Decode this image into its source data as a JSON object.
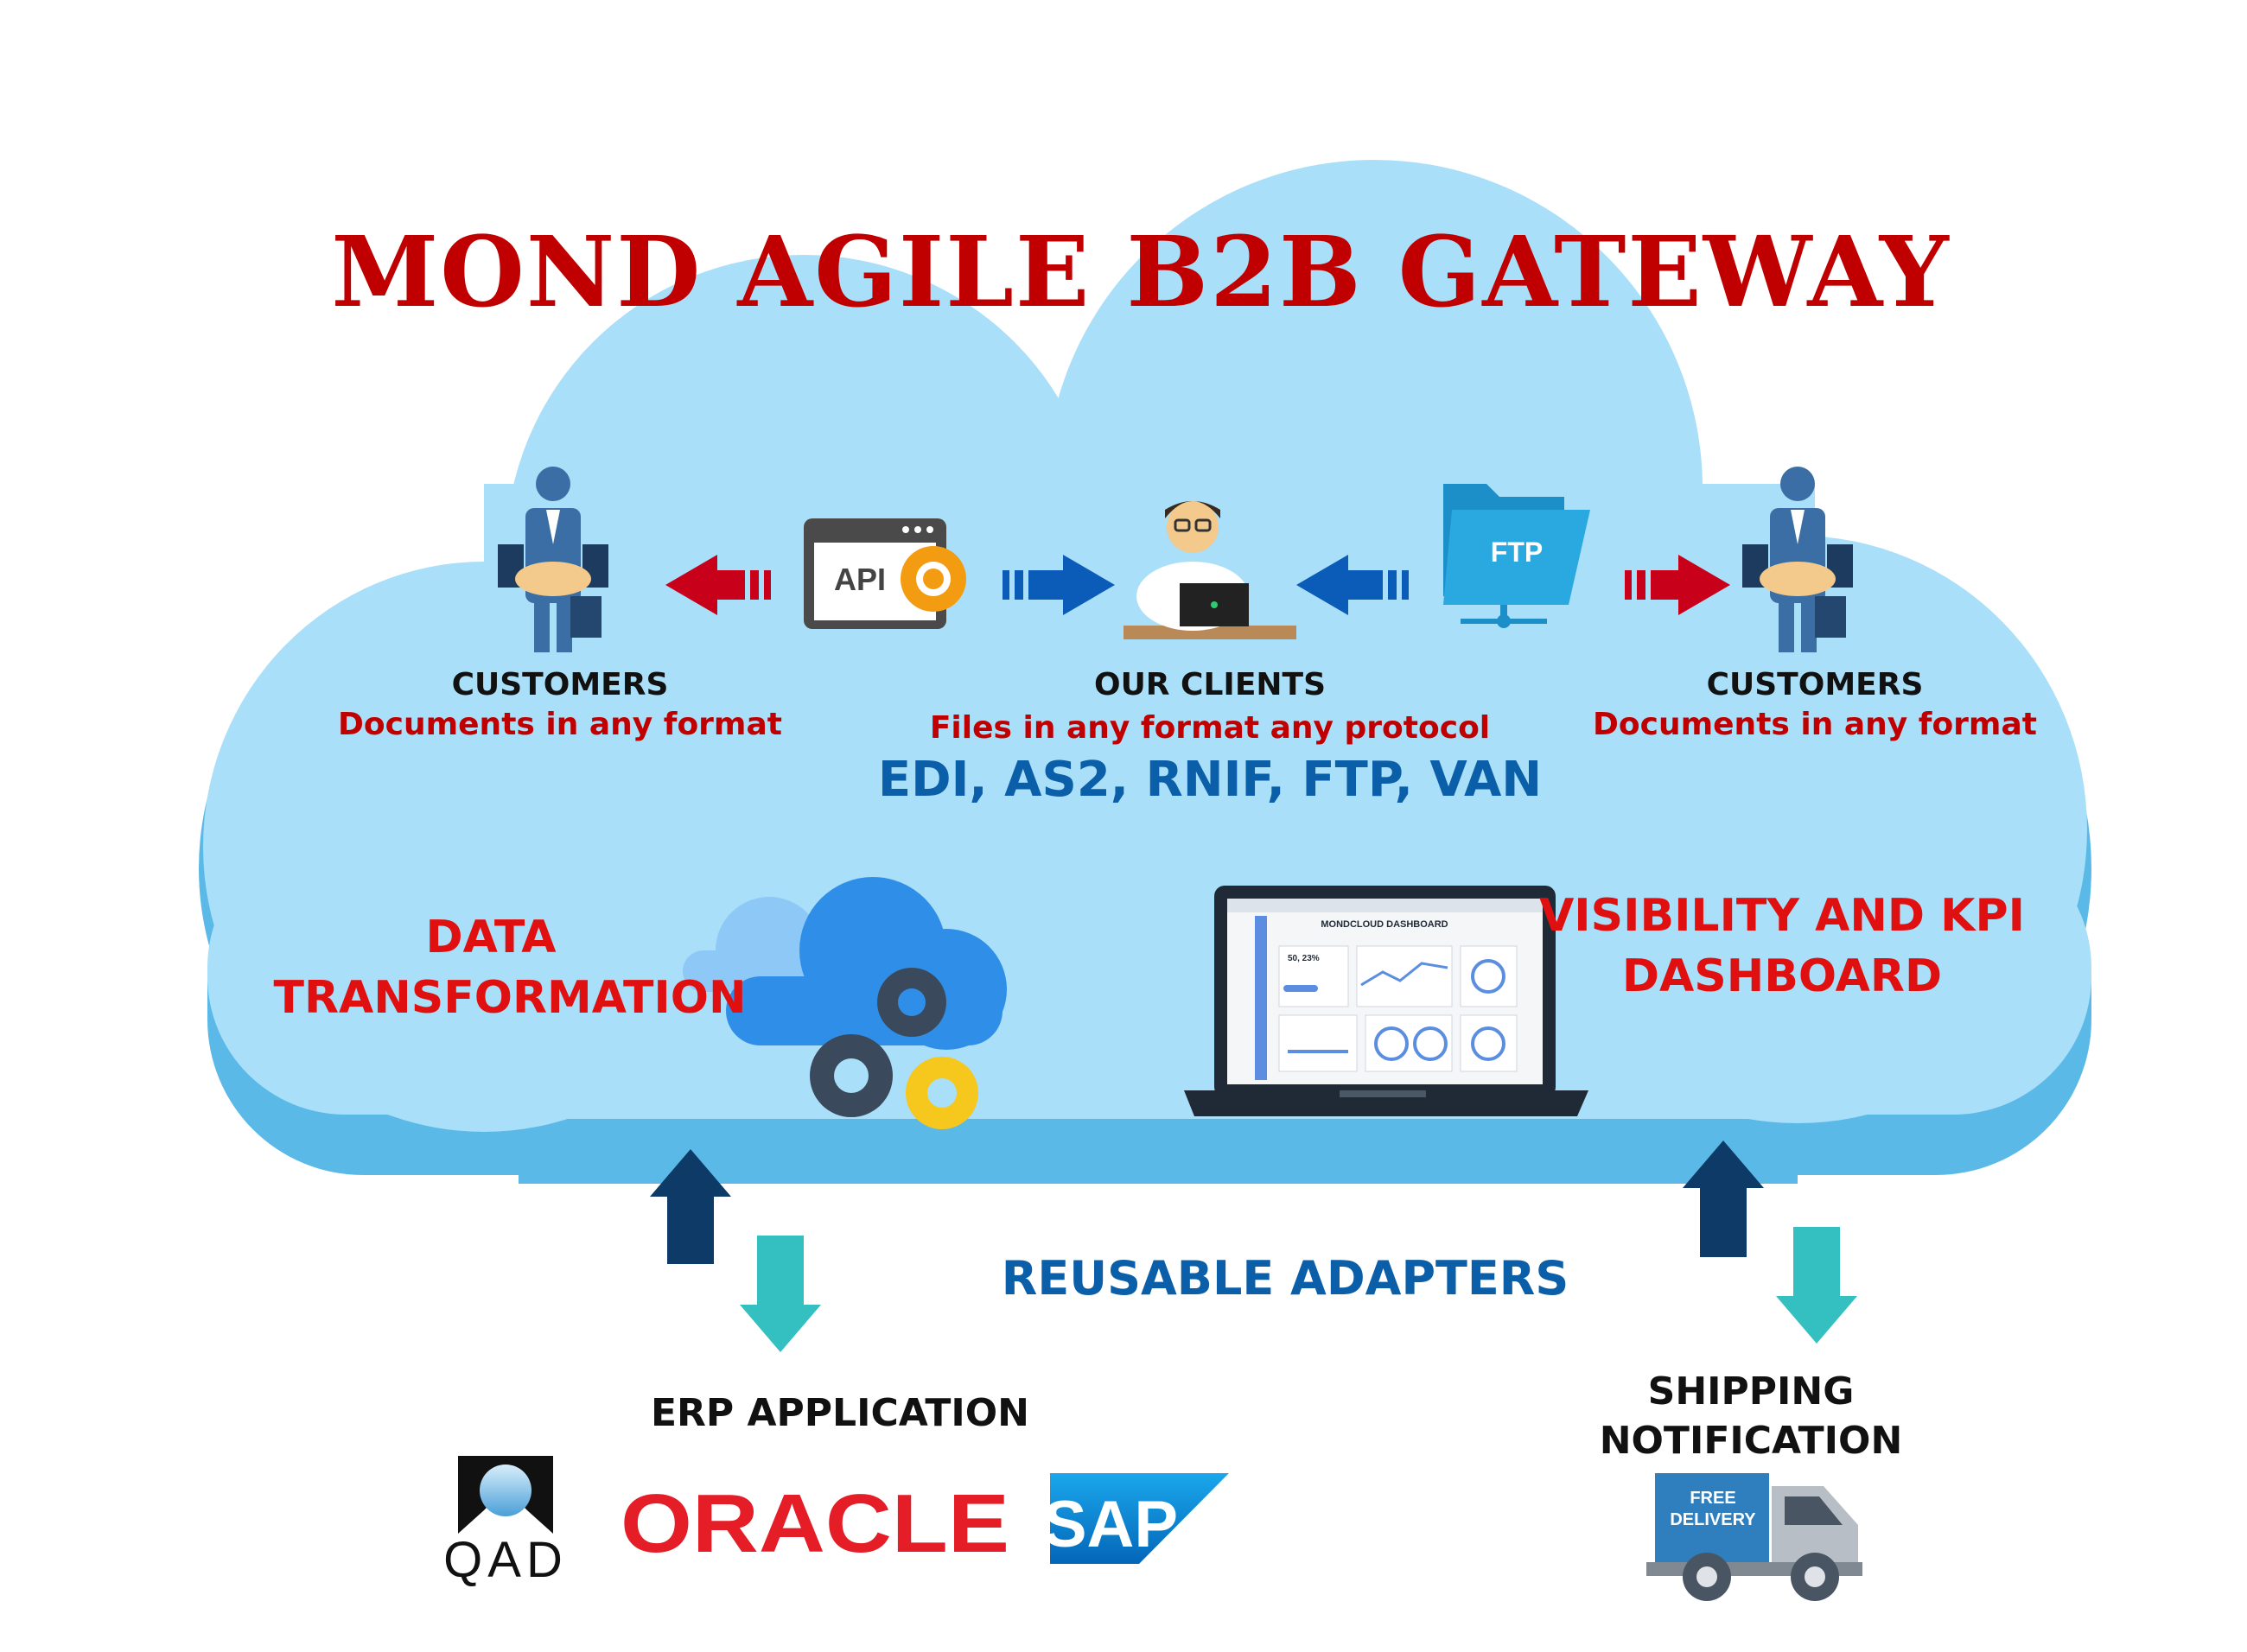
{
  "title": "MOND AGILE B2B GATEWAY",
  "left_party": {
    "heading": "CUSTOMERS",
    "subtitle": "Documents in any format"
  },
  "center_party": {
    "heading": "OUR CLIENTS",
    "subtitle": "Files in any format any protocol",
    "protocols": "EDI, AS2, RNIF, FTP, VAN"
  },
  "right_party": {
    "heading": "CUSTOMERS",
    "subtitle": "Documents in any format"
  },
  "icons": {
    "api_label": "API",
    "ftp_label": "FTP"
  },
  "data_transformation": {
    "line1": "DATA",
    "line2": "TRANSFORMATION"
  },
  "dashboard": {
    "line1": "VISIBILITY AND KPI",
    "line2": "DASHBOARD",
    "screen_title": "MONDCLOUD DASHBOARD",
    "kpi_value": "50, 23%"
  },
  "adapters": "REUSABLE ADAPTERS",
  "erp": {
    "heading": "ERP APPLICATION",
    "logos": {
      "qad": "QAD",
      "oracle": "ORACLE",
      "sap": "SAP"
    }
  },
  "shipping": {
    "line1": "SHIPPING",
    "line2": "NOTIFICATION",
    "truck_line1": "FREE",
    "truck_line2": "DELIVERY"
  },
  "colors": {
    "cloud": "#a9dff8",
    "cloud_shadow": "#5bb9e8",
    "title_red": "#c00000",
    "accent_blue": "#0b5ea8",
    "arrow_red": "#c8001a",
    "arrow_blue": "#0a5cb8",
    "arrow_navy": "#0d3a66",
    "arrow_teal": "#34c0c0",
    "oracle_red": "#e41d26",
    "sap_blue": "#0a8fd8"
  }
}
